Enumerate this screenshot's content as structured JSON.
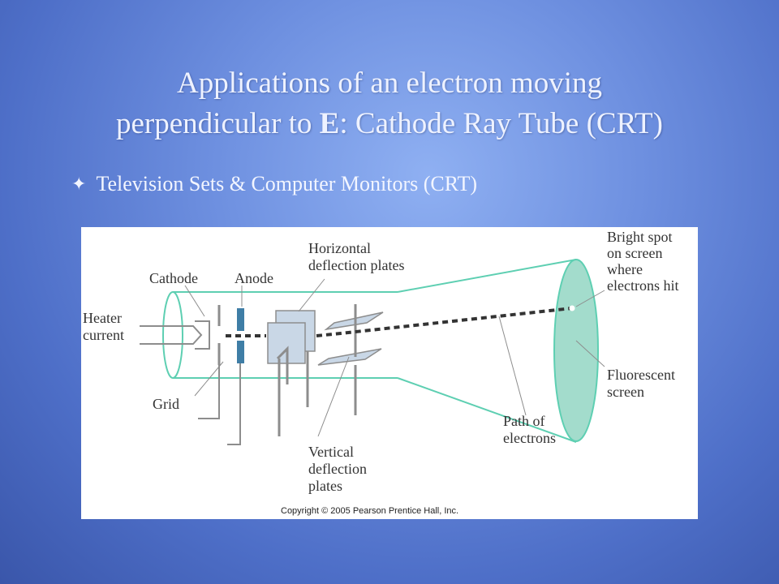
{
  "slide": {
    "title_line1": "Applications of an electron moving",
    "title_line2_pre": "perpendicular to ",
    "title_line2_bold": "E",
    "title_line2_post": ": Cathode Ray Tube (CRT)",
    "bullet_icon": "four-point-star-icon",
    "bullet_text": "Television Sets & Computer Monitors (CRT)"
  },
  "diagram": {
    "labels": {
      "cathode": "Cathode",
      "anode": "Anode",
      "heater_line1": "Heater",
      "heater_line2": "current",
      "grid": "Grid",
      "horiz_line1": "Horizontal",
      "horiz_line2": "deflection plates",
      "vert_line1": "Vertical",
      "vert_line2": "deflection",
      "vert_line3": "plates",
      "bright_line1": "Bright spot",
      "bright_line2": "on screen",
      "bright_line3": "where",
      "bright_line4": "electrons hit",
      "fluor_line1": "Fluorescent",
      "fluor_line2": "screen",
      "path_line1": "Path of",
      "path_line2": "electrons"
    },
    "copyright": "Copyright © 2005 Pearson Prentice Hall, Inc.",
    "colors": {
      "tube_outline": "#5ecfb2",
      "screen_fill": "#a3dccc",
      "plate_fill": "#c9d7e6",
      "anode_fill": "#3f7ea6",
      "wire": "#8d8d8d"
    }
  }
}
